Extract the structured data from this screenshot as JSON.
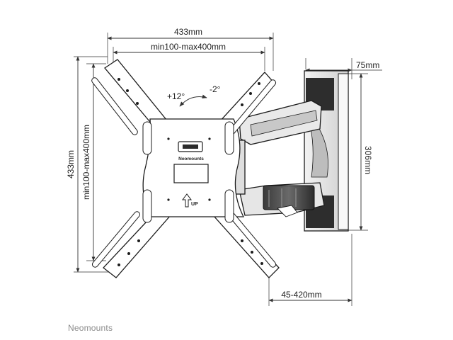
{
  "dimensions": {
    "top_outer": "433mm",
    "top_inner": "min100-max400mm",
    "left_outer": "433mm",
    "left_inner": "min100-max400mm",
    "depth": "75mm",
    "height_right": "306mm",
    "extension": "45-420mm"
  },
  "tilt": {
    "forward": "+12°",
    "backward": "-2°"
  },
  "plate": {
    "logo_text": "Neomounts",
    "up_label": "UP"
  },
  "footer": {
    "brand": "Neomounts"
  }
}
